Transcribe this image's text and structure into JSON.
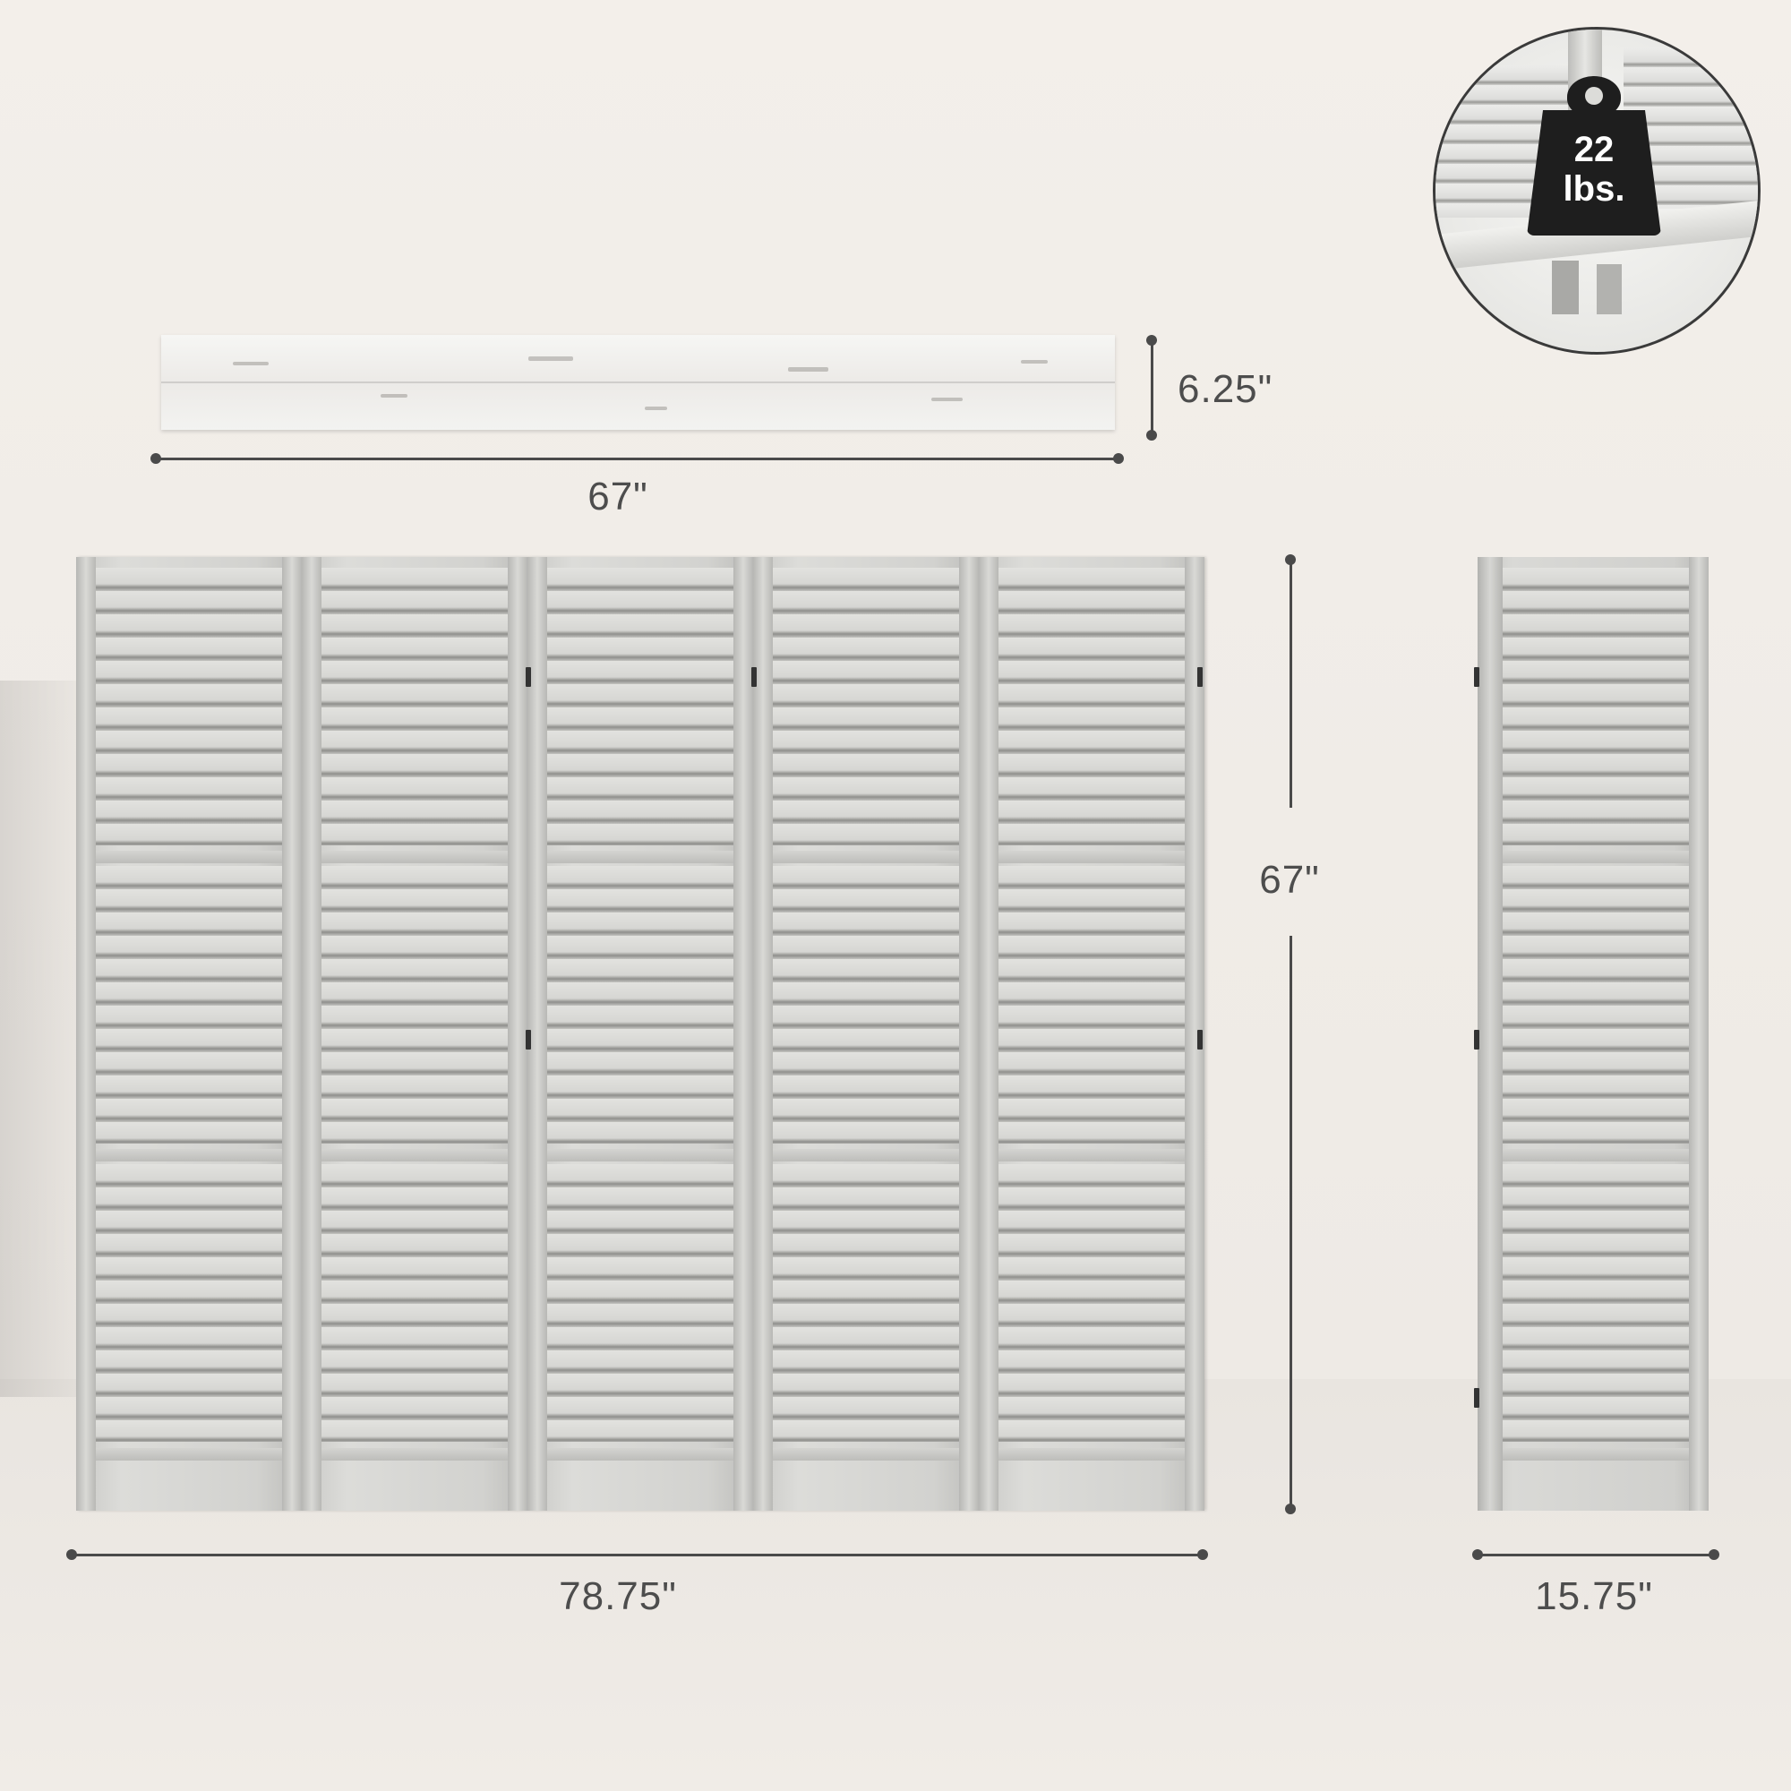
{
  "dimensions": {
    "board_width": "67\"",
    "board_height": "6.25\"",
    "screen_height": "67\"",
    "screen_width": "78.75\"",
    "panel_width": "15.75\""
  },
  "weight_badge": {
    "value": "22",
    "unit": "lbs.",
    "icon": "weight-icon"
  },
  "colors": {
    "background": "#f1ede8",
    "dimension_line": "#4a4a4a",
    "label_text": "#4d4d4d",
    "weight_icon": "#1e1e1e"
  }
}
